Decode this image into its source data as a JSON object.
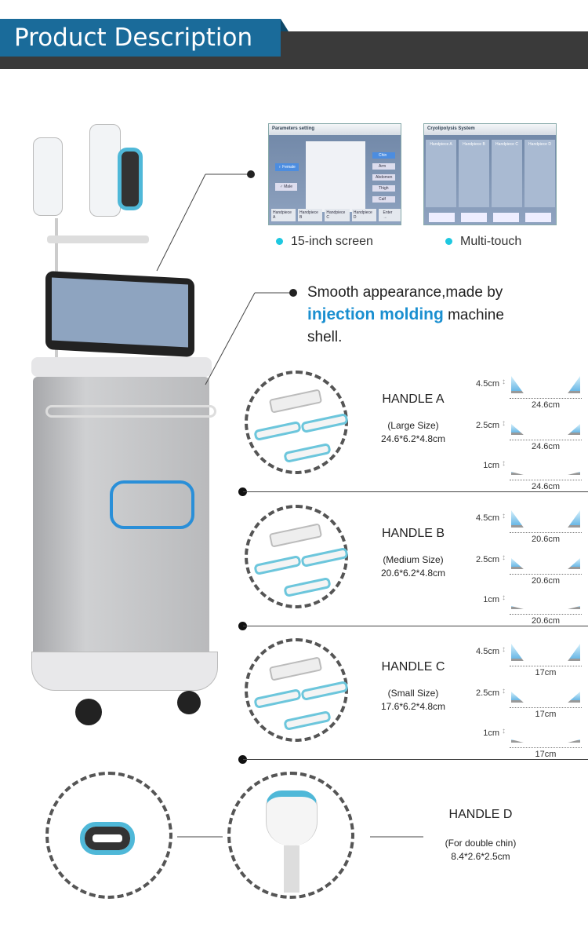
{
  "header": {
    "title": "Product Description"
  },
  "screens": [
    {
      "title": "Parameters setting",
      "buttons_left": [
        "♀ Female",
        "♂ Male"
      ],
      "buttons_right": [
        "Chin",
        "Arm",
        "Abdomen",
        "Thigh",
        "Calf"
      ],
      "tabs": [
        "Handpiece A",
        "Handpiece B",
        "Handpiece C",
        "Handpiece D",
        "Enter →"
      ],
      "caption": "15-inch screen"
    },
    {
      "title": "Cryolipolysis System",
      "columns": [
        "Handpiece A",
        "Handpiece B",
        "Handpiece C",
        "Handpiece D"
      ],
      "caption": "Multi-touch"
    }
  ],
  "feature": {
    "line1": "Smooth appearance,made by",
    "highlight": "injection molding",
    "line2_rest": " machine",
    "line3": "shell."
  },
  "accent": "#1a8fd0",
  "handles": [
    {
      "name": "HANDLE A",
      "size": "(Large Size)",
      "dims": "24.6*6.2*4.8cm",
      "heights": [
        "4.5cm",
        "2.5cm",
        "1cm"
      ],
      "width": "24.6cm"
    },
    {
      "name": "HANDLE B",
      "size": "(Medium Size)",
      "dims": "20.6*6.2*4.8cm",
      "heights": [
        "4.5cm",
        "2.5cm",
        "1cm"
      ],
      "width": "20.6cm"
    },
    {
      "name": "HANDLE C",
      "size": "(Small Size)",
      "dims": "17.6*6.2*4.8cm",
      "heights": [
        "4.5cm",
        "2.5cm",
        "1cm"
      ],
      "width": "17cm"
    },
    {
      "name": "HANDLE D",
      "size": "(For double chin)",
      "dims": "8.4*2.6*2.5cm"
    }
  ]
}
